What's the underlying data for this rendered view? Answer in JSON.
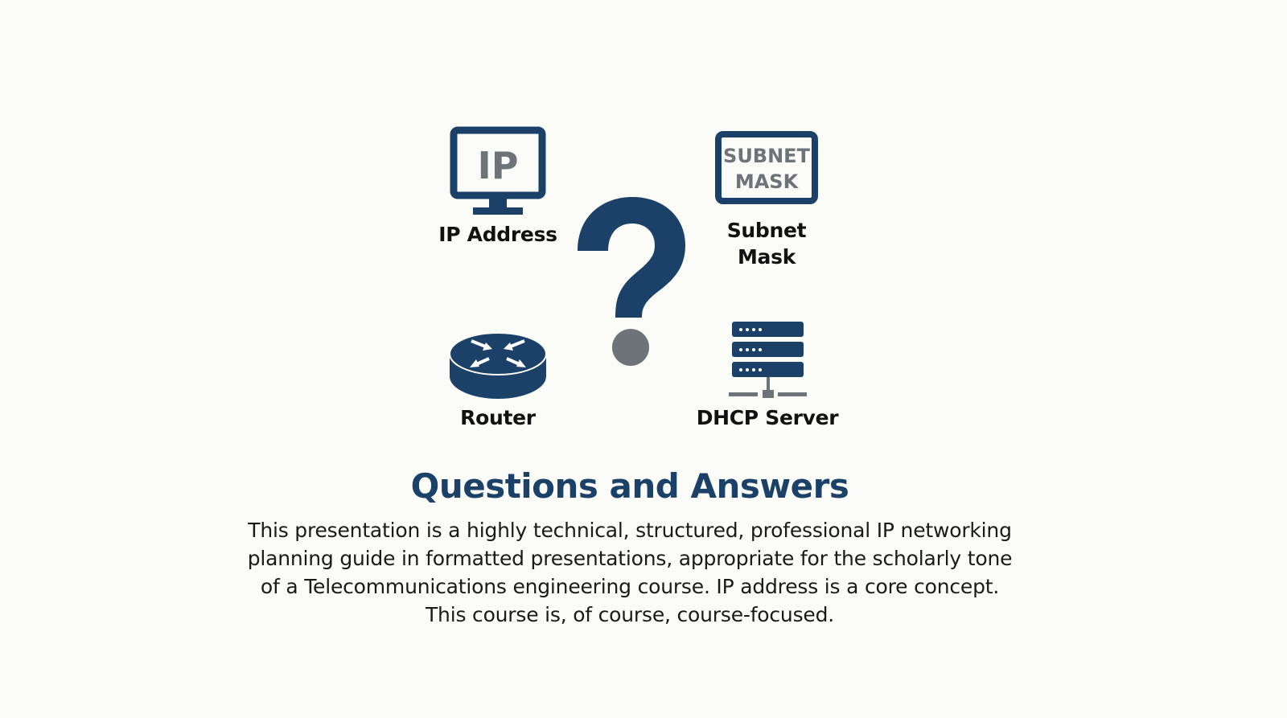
{
  "colors": {
    "primary": "#1b4168",
    "accent_gray": "#6e737a",
    "background": "#fbfbf8"
  },
  "icons": [
    {
      "name": "ip-monitor-icon",
      "text": "IP",
      "label": "IP Address"
    },
    {
      "name": "subnet-mask-icon",
      "text_lines": [
        "SUBNET",
        "MASK"
      ],
      "label_lines": [
        "Subnet",
        "Mask"
      ]
    },
    {
      "name": "router-icon",
      "label": "Router"
    },
    {
      "name": "dhcp-server-icon",
      "label": "DHCP Server"
    },
    {
      "name": "question-mark-icon"
    }
  ],
  "title": "Questions and Answers",
  "body_lines": [
    "This presentation is a highly technical, structured, professional IP networking",
    "planning guide in formatted presentations, appropriate for the scholarly tone",
    "of a Telecommunications engineering course. IP address is a core concept.",
    "This course is, of course, course-focused."
  ]
}
